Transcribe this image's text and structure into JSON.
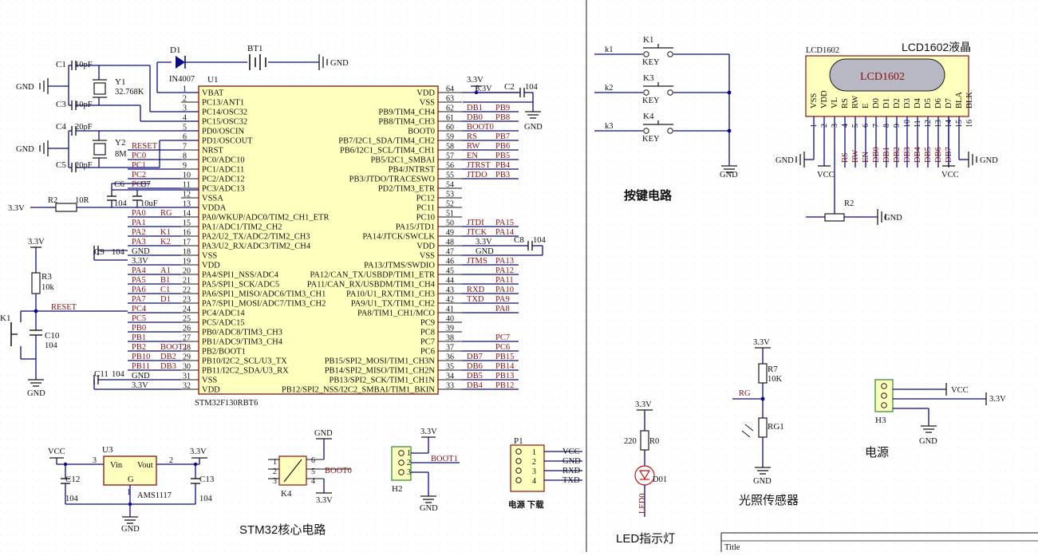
{
  "u1": {
    "ref": "U1",
    "part": "STM32F130RBT6",
    "left_pins": [
      {
        "num": "1",
        "name": "VBAT"
      },
      {
        "num": "2",
        "name": "PC13/ANT1"
      },
      {
        "num": "3",
        "name": "PC14/OSC32"
      },
      {
        "num": "4",
        "name": "PC15/OSC32"
      },
      {
        "num": "5",
        "name": "PD0/OSCIN"
      },
      {
        "num": "6",
        "name": "PD1/OSCOUT"
      },
      {
        "num": "7",
        "name": "NRST"
      },
      {
        "num": "8",
        "name": "PC0/ADC10"
      },
      {
        "num": "9",
        "name": "PC1/ADC11"
      },
      {
        "num": "10",
        "name": "PC2/ADC12"
      },
      {
        "num": "11",
        "name": "PC3/ADC13"
      },
      {
        "num": "12",
        "name": "VSSA"
      },
      {
        "num": "13",
        "name": "VDDA"
      },
      {
        "num": "14",
        "name": "PA0/WKUP/ADC0/TIM2_CH1_ETR"
      },
      {
        "num": "15",
        "name": "PA1/ADC1/TIM2_CH2"
      },
      {
        "num": "16",
        "name": "PA2/U2_TX/ADC2/TIM2_CH3"
      },
      {
        "num": "17",
        "name": "PA3/U2_RX/ADC3/TIM2_CH4"
      },
      {
        "num": "18",
        "name": "VSS"
      },
      {
        "num": "19",
        "name": "VDD"
      },
      {
        "num": "20",
        "name": "PA4/SPI1_NSS/ADC4"
      },
      {
        "num": "21",
        "name": "PA5/SPI1_SCK/ADC5"
      },
      {
        "num": "22",
        "name": "PA6/SPI1_MISO/ADC6/TIM3_CH1"
      },
      {
        "num": "23",
        "name": "PA7/SPI1_MOSI/ADC7/TIM3_CH2"
      },
      {
        "num": "24",
        "name": "PC4/ADC14"
      },
      {
        "num": "25",
        "name": "PC5/ADC15"
      },
      {
        "num": "26",
        "name": "PB0/ADC8/TIM3_CH3"
      },
      {
        "num": "27",
        "name": "PB1/ADC9/TIM3_CH4"
      },
      {
        "num": "28",
        "name": "PB2/BOOT1"
      },
      {
        "num": "29",
        "name": "PB10/I2C2_SCL/U3_TX"
      },
      {
        "num": "30",
        "name": "PB11/I2C2_SDA/U3_RX"
      },
      {
        "num": "31",
        "name": "VSS"
      },
      {
        "num": "32",
        "name": "VDD"
      }
    ],
    "left_nets": [
      {
        "pin": 1,
        "net": ""
      },
      {
        "pin": 2,
        "net": ""
      },
      {
        "pin": 3,
        "net": ""
      },
      {
        "pin": 4,
        "net": ""
      },
      {
        "pin": 5,
        "net": ""
      },
      {
        "pin": 6,
        "net": ""
      },
      {
        "pin": 7,
        "net": "RESET"
      },
      {
        "pin": 8,
        "net": "PC0"
      },
      {
        "pin": 9,
        "net": "PC1"
      },
      {
        "pin": 10,
        "net": "PC2"
      },
      {
        "pin": 11,
        "net": "PC3"
      },
      {
        "pin": 12,
        "net": ""
      },
      {
        "pin": 13,
        "net": ""
      },
      {
        "pin": 14,
        "net": "PA0",
        "sig": "RG"
      },
      {
        "pin": 15,
        "net": "PA1"
      },
      {
        "pin": 16,
        "net": "PA2",
        "sig": "K1"
      },
      {
        "pin": 17,
        "net": "PA3",
        "sig": "K2"
      },
      {
        "pin": 18,
        "net": "GND"
      },
      {
        "pin": 19,
        "net": "3.3V"
      },
      {
        "pin": 20,
        "net": "PA4",
        "sig": "A1"
      },
      {
        "pin": 21,
        "net": "PA5",
        "sig": "B1"
      },
      {
        "pin": 22,
        "net": "PA6",
        "sig": "C1"
      },
      {
        "pin": 23,
        "net": "PA7",
        "sig": "D1"
      },
      {
        "pin": 24,
        "net": "PC4"
      },
      {
        "pin": 25,
        "net": "PC5"
      },
      {
        "pin": 26,
        "net": "PB0"
      },
      {
        "pin": 27,
        "net": "PB1"
      },
      {
        "pin": 28,
        "net": "PB2",
        "sig": "BOOT1"
      },
      {
        "pin": 29,
        "net": "PB10",
        "sig": "DB2"
      },
      {
        "pin": 30,
        "net": "PB11",
        "sig": "DB3"
      },
      {
        "pin": 31,
        "net": "GND"
      },
      {
        "pin": 32,
        "net": "3.3V"
      }
    ],
    "right_pins": [
      {
        "num": "64",
        "name": "VDD"
      },
      {
        "num": "63",
        "name": "VSS"
      },
      {
        "num": "62",
        "name": "PB9/TIM4_CH4"
      },
      {
        "num": "61",
        "name": "PB8/TIM4_CH3"
      },
      {
        "num": "60",
        "name": "BOOT0"
      },
      {
        "num": "59",
        "name": "PB7/I2C1_SDA/TIM4_CH2"
      },
      {
        "num": "58",
        "name": "PB6/I2C1_SCL/TIM4_CH1"
      },
      {
        "num": "57",
        "name": "PB5/I2C1_SMBAI"
      },
      {
        "num": "56",
        "name": "PB4/JNTRST"
      },
      {
        "num": "55",
        "name": "PB3/JTDO/TRACESWO"
      },
      {
        "num": "54",
        "name": "PD2/TIM3_ETR"
      },
      {
        "num": "53",
        "name": "PC12"
      },
      {
        "num": "52",
        "name": "PC11"
      },
      {
        "num": "51",
        "name": "PC10"
      },
      {
        "num": "50",
        "name": "PA15/JTD1"
      },
      {
        "num": "49",
        "name": "PA14/JTCK/SWCLK"
      },
      {
        "num": "48",
        "name": "VDD"
      },
      {
        "num": "47",
        "name": "VSS"
      },
      {
        "num": "46",
        "name": "PA13/JTMS/SWDIO"
      },
      {
        "num": "45",
        "name": "PA12/CAN_TX/USBDP/TIM1_ETR"
      },
      {
        "num": "44",
        "name": "PA11/CAN_RX/USBDM/TIM1_CH4"
      },
      {
        "num": "43",
        "name": "PA10/U1_RX/TIM1_CH3"
      },
      {
        "num": "42",
        "name": "PA9/U1_TX/TIM1_CH2"
      },
      {
        "num": "41",
        "name": "PA8/TIM1_CH1/MCO"
      },
      {
        "num": "40",
        "name": "PC9"
      },
      {
        "num": "39",
        "name": "PC8"
      },
      {
        "num": "38",
        "name": "PC7"
      },
      {
        "num": "37",
        "name": "PC6"
      },
      {
        "num": "36",
        "name": "PB15/SPI2_MOSI/TIM1_CH3N"
      },
      {
        "num": "35",
        "name": "PB14/SPI2_MISO/TIM1_CH2N"
      },
      {
        "num": "34",
        "name": "PB13/SPI2_SCK/TIM1_CH1N"
      },
      {
        "num": "33",
        "name": "PB12/SPI2_NSS/I2C2_SMBAI/TIM1_BKIN"
      }
    ],
    "right_nets": [
      {
        "pin": 64,
        "sig": "3.3V",
        "net": ""
      },
      {
        "pin": 63,
        "sig": "",
        "net": ""
      },
      {
        "pin": 62,
        "sig": "DB1",
        "net": "PB9"
      },
      {
        "pin": 61,
        "sig": "DB0",
        "net": "PB8"
      },
      {
        "pin": 60,
        "sig": "BOOT0",
        "net": ""
      },
      {
        "pin": 59,
        "sig": "RS",
        "net": "PB7"
      },
      {
        "pin": 58,
        "sig": "RW",
        "net": "PB6"
      },
      {
        "pin": 57,
        "sig": "EN",
        "net": "PB5"
      },
      {
        "pin": 56,
        "sig": "JTRST",
        "net": "PB4"
      },
      {
        "pin": 55,
        "sig": "JTDO",
        "net": "PB3"
      },
      {
        "pin": 54,
        "sig": "",
        "net": ""
      },
      {
        "pin": 53,
        "sig": "",
        "net": ""
      },
      {
        "pin": 52,
        "sig": "",
        "net": ""
      },
      {
        "pin": 51,
        "sig": "",
        "net": ""
      },
      {
        "pin": 50,
        "sig": "JTDI",
        "net": "PA15"
      },
      {
        "pin": 49,
        "sig": "JTCK",
        "net": "PA14"
      },
      {
        "pin": 48,
        "sig": "3.3V",
        "net": ""
      },
      {
        "pin": 47,
        "sig": "GND",
        "net": ""
      },
      {
        "pin": 46,
        "sig": "JTMS",
        "net": "PA13"
      },
      {
        "pin": 45,
        "sig": "",
        "net": "PA12"
      },
      {
        "pin": 44,
        "sig": "",
        "net": "PA11"
      },
      {
        "pin": 43,
        "sig": "RXD",
        "net": "PA10"
      },
      {
        "pin": 42,
        "sig": "TXD",
        "net": "PA9"
      },
      {
        "pin": 41,
        "sig": "",
        "net": "PA8"
      },
      {
        "pin": 40,
        "sig": "",
        "net": ""
      },
      {
        "pin": 39,
        "sig": "",
        "net": ""
      },
      {
        "pin": 38,
        "sig": "",
        "net": "PC7"
      },
      {
        "pin": 37,
        "sig": "",
        "net": "PC6"
      },
      {
        "pin": 36,
        "sig": "DB7",
        "net": "PB15"
      },
      {
        "pin": 35,
        "sig": "DB6",
        "net": "PB14"
      },
      {
        "pin": 34,
        "sig": "DB5",
        "net": "PB13"
      },
      {
        "pin": 33,
        "sig": "DB4",
        "net": "PB12"
      }
    ]
  },
  "components": {
    "d1": {
      "ref": "D1",
      "part": "IN4007"
    },
    "bt1": {
      "ref": "BT1"
    },
    "y1": {
      "ref": "Y1",
      "value": "32.768K"
    },
    "y2": {
      "ref": "Y2",
      "value": "8M"
    },
    "c1": {
      "ref": "C1",
      "value": "10pF"
    },
    "c3": {
      "ref": "C3",
      "value": "10pF"
    },
    "c4": {
      "ref": "C4",
      "value": "20pF"
    },
    "c5": {
      "ref": "C5",
      "value": "20pF"
    },
    "c6": {
      "ref": "C6",
      "value": "104"
    },
    "c7": {
      "ref": "C7",
      "value": "10uF"
    },
    "c2": {
      "ref": "C2",
      "value": "104"
    },
    "c8": {
      "ref": "C8",
      "value": "104"
    },
    "c9": {
      "ref": "C9",
      "value": "104"
    },
    "c11": {
      "ref": "C11",
      "value": "104"
    },
    "c10": {
      "ref": "C10",
      "value": "104"
    },
    "c12": {
      "ref": "C12",
      "value": "104"
    },
    "c13": {
      "ref": "C13",
      "value": "104"
    },
    "r2a": {
      "ref": "R2",
      "value": "10R"
    },
    "r3": {
      "ref": "R3",
      "value": "10k"
    },
    "k1": {
      "ref": "K1"
    },
    "u3": {
      "ref": "U3",
      "part": "AMS1117",
      "vin": "Vin",
      "vout": "Vout",
      "g": "G",
      "pin1": "1",
      "pin2": "2",
      "pin3": "3"
    },
    "k4sw": {
      "ref": "K4",
      "net": "BOOT0",
      "pins": [
        "1",
        "2",
        "3",
        "4",
        "5",
        "6"
      ]
    },
    "h2": {
      "ref": "H2",
      "net": "BOOT1",
      "pins": [
        "1",
        "2",
        "3"
      ]
    },
    "p1": {
      "ref": "P1",
      "pins": [
        "1",
        "2",
        "3",
        "4"
      ],
      "nets": [
        "VCC",
        "GND",
        "RXD",
        "TXD"
      ],
      "caption": "电源 下载"
    },
    "keys": [
      {
        "ref": "K1",
        "value": "KEY",
        "net": "k1"
      },
      {
        "ref": "K3",
        "value": "KEY",
        "net": "k2"
      },
      {
        "ref": "K4",
        "value": "KEY",
        "net": "k3"
      }
    ],
    "lcd": {
      "ref": "LCD1602",
      "screen_text": "LCD1602",
      "pins": [
        "VSS",
        "VDD",
        "VL",
        "RS",
        "RW",
        "E",
        "D0",
        "D1",
        "D2",
        "D3",
        "D4",
        "D5",
        "D6",
        "D7",
        "BLA",
        "BLK"
      ],
      "nums": [
        "1",
        "2",
        "3",
        "4",
        "5",
        "6",
        "7",
        "8",
        "9",
        "10",
        "11",
        "12",
        "13",
        "14",
        "15",
        "16"
      ],
      "nets": [
        "RS",
        "RW",
        "EN",
        "DB0",
        "DB1",
        "DB2",
        "DB3",
        "DB4",
        "DB5",
        "DB6",
        "DB7"
      ]
    },
    "r2b": {
      "ref": "R2"
    },
    "r0": {
      "ref": "R0",
      "value": "220"
    },
    "d01": {
      "ref": "D01",
      "net": "LED0"
    },
    "r7": {
      "ref": "R7",
      "value": "10K"
    },
    "rg1": {
      "ref": "RG1",
      "net": "RG"
    },
    "h3": {
      "ref": "H3",
      "nets": [
        "VCC",
        "3.3V"
      ]
    }
  },
  "nets": {
    "gnd": "GND",
    "v33": "3.3V",
    "vcc": "VCC",
    "reset": "RESET"
  },
  "titles": {
    "stm32": "STM32核心电路",
    "keys": "按键电路",
    "lcd": "LCD1602液晶",
    "led": "LED指示灯",
    "light": "光照传感器",
    "power": "电源",
    "title_block": "Title"
  }
}
